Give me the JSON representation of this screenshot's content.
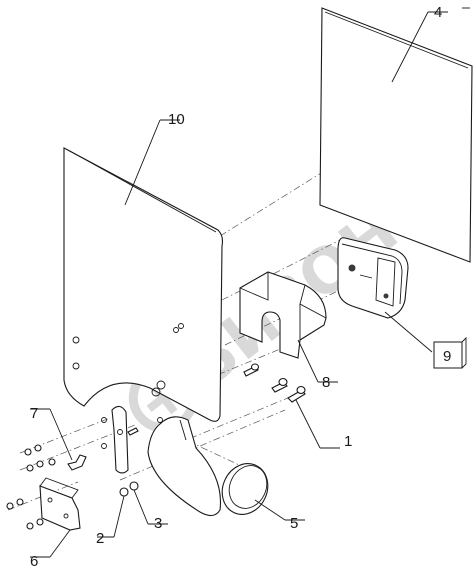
{
  "watermark": {
    "text": "БИЗОН"
  },
  "callouts": {
    "c1": "1",
    "c2": "2",
    "c3": "3",
    "c4": "4",
    "c5": "5",
    "c6": "6",
    "c7": "7",
    "c8": "8",
    "c9": "9",
    "c10": "10"
  }
}
